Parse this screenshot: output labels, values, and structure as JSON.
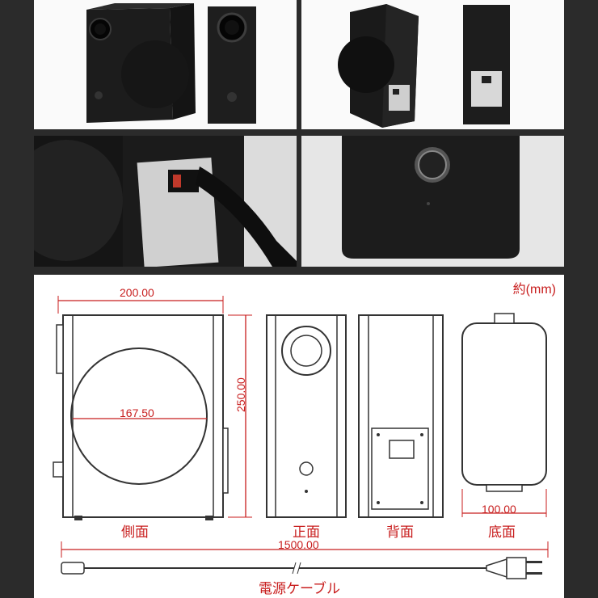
{
  "unit_note": "約(mm)",
  "dimensions": {
    "width": "200.00",
    "circle_diameter": "167.50",
    "height": "250.00",
    "bottom_width": "100.00",
    "cable_length": "1500.00"
  },
  "view_labels": {
    "side": "側面",
    "front": "正面",
    "back": "背面",
    "bottom": "底面"
  },
  "cable_label": "電源ケーブル",
  "colors": {
    "accent": "#c81e1e",
    "frame": "#2b2b2b",
    "speaker_body": "#1e1e1e"
  }
}
